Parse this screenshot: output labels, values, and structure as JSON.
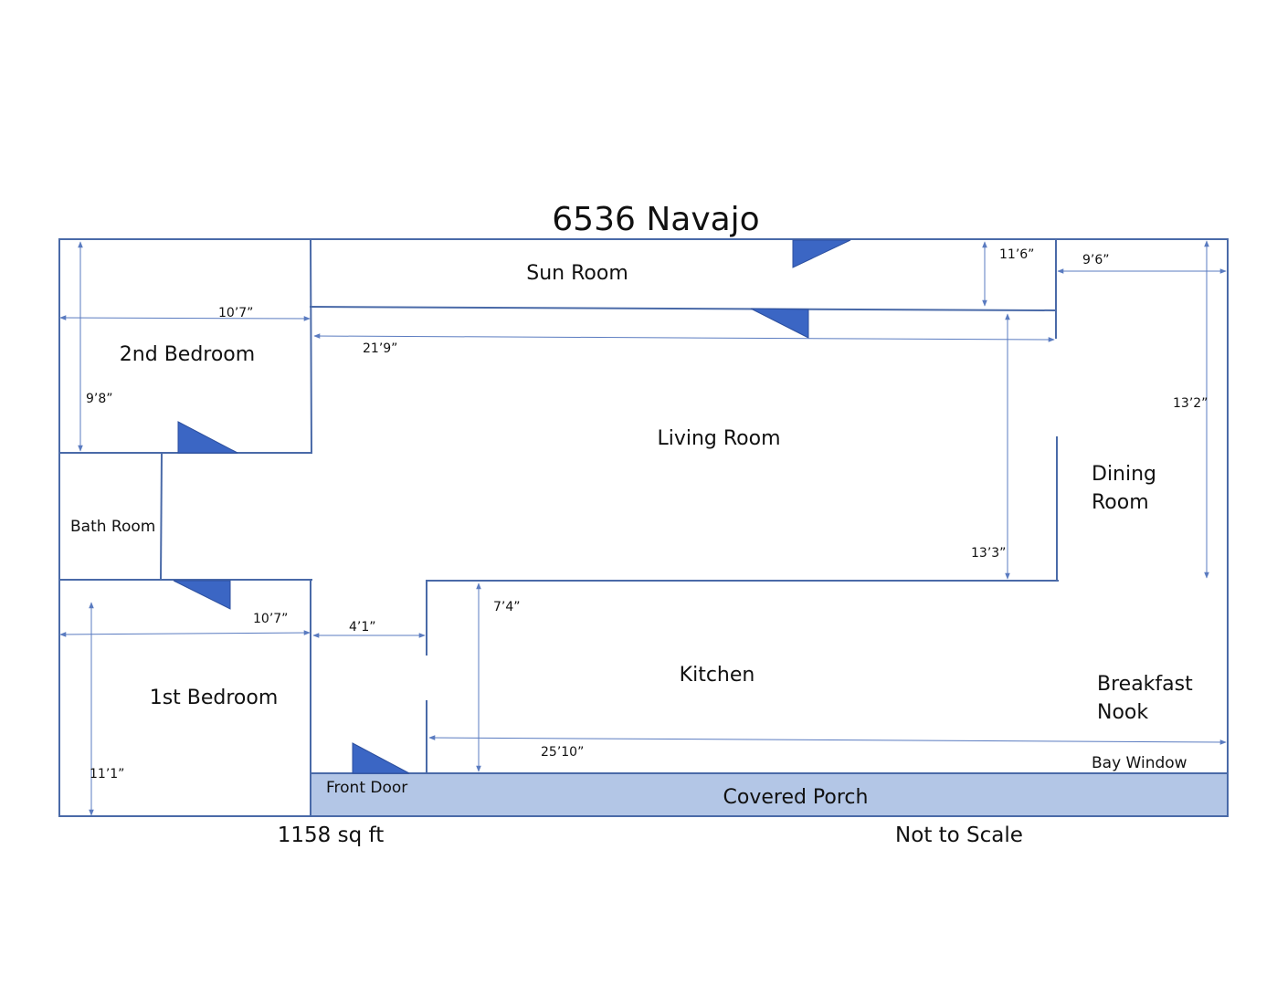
{
  "title": "6536 Navajo",
  "rooms": {
    "sun_room": "Sun Room",
    "second_bedroom": "2nd Bedroom",
    "living_room": "Living Room",
    "dining_room_line1": "Dining",
    "dining_room_line2": "Room",
    "bath_room": "Bath Room",
    "first_bedroom": "1st Bedroom",
    "kitchen": "Kitchen",
    "breakfast_nook_line1": "Breakfast",
    "breakfast_nook_line2": "Nook",
    "bay_window": "Bay Window",
    "front_door": "Front Door",
    "covered_porch": "Covered Porch"
  },
  "dimensions": {
    "second_bedroom_width": "10’7”",
    "second_bedroom_depth": "9’8”",
    "sun_room_depth": "11’6”",
    "dining_width": "9’6”",
    "living_width": "21’9”",
    "dining_depth": "13’2”",
    "living_depth": "13’3”",
    "first_bedroom_width": "10’7”",
    "hall_width": "4’1”",
    "kitchen_depth": "7’4”",
    "kitchen_width": "25’10”",
    "first_bedroom_depth": "11’1”"
  },
  "footer": {
    "area": "1158 sq ft",
    "scale_note": "Not to Scale"
  },
  "colors": {
    "wall": "#4a6aa8",
    "door": "#3b66c4",
    "porch": "#b3c6e6"
  }
}
